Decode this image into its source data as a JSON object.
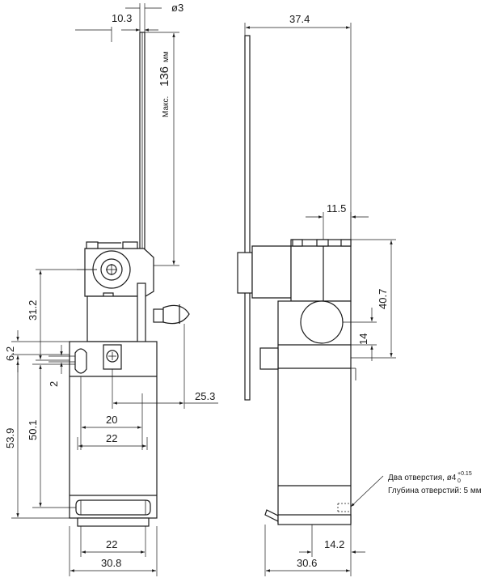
{
  "front_view": {
    "dims": {
      "d_10_3": "10.3",
      "d_phi3": "ø3",
      "d_max136_prefix": "Макс.",
      "d_max136_value": "136",
      "d_max136_unit": "мм",
      "d_31_2": "31.2",
      "d_6_2": "6.2",
      "d_2": "2",
      "d_25_3": "25.3",
      "d_20": "20",
      "d_22_top": "22",
      "d_53_9": "53.9",
      "d_50_1": "50.1",
      "d_22_bottom": "22",
      "d_30_8": "30.8"
    }
  },
  "side_view": {
    "dims": {
      "d_37_4": "37.4",
      "d_11_5": "11.5",
      "d_40_7": "40.7",
      "d_14": "14",
      "d_14_2": "14.2",
      "d_30_6": "30.6"
    },
    "note": {
      "holes": "Два отверстия, ø4",
      "tol_upper": "+0.15",
      "tol_lower": "0",
      "depth": "Глубина отверстий: 5 мм"
    }
  }
}
